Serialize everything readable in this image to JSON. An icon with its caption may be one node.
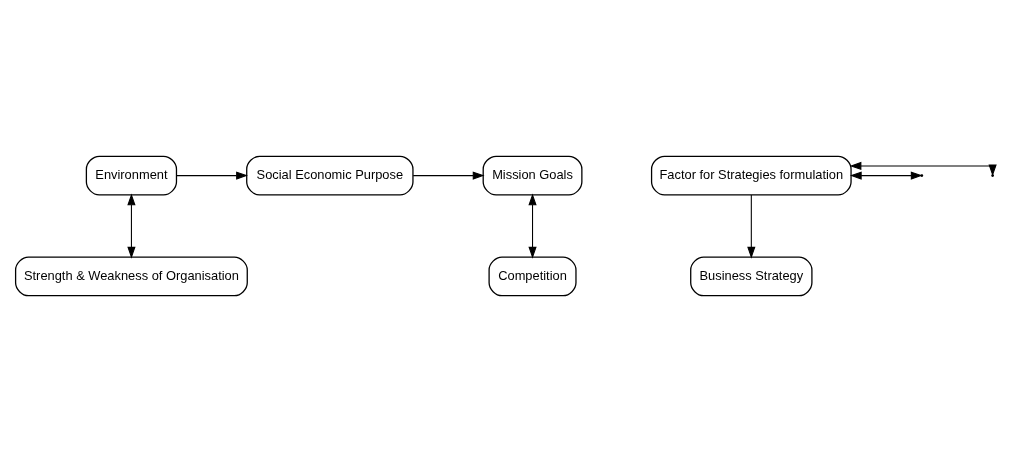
{
  "diagram": {
    "nodes": [
      {
        "text": [
          "Environment"
        ]
      },
      {
        "text": [
          "Social Economic Purpose"
        ]
      },
      {
        "text": [
          "Mission Goals"
        ]
      },
      {
        "text": [
          "Factor for Strategies formulation"
        ]
      },
      {
        "text": [
          "Strength & Weakness of Organisation"
        ]
      },
      {
        "text": [
          "Business Strategy"
        ]
      },
      {
        "text": [
          "Competition"
        ]
      }
    ],
    "edges": [
      {
        "from": 0,
        "to": 1,
        "arrow": "to"
      },
      {
        "from": 1,
        "to": 2,
        "arrow": "to"
      },
      {
        "from": 0,
        "to": 4,
        "arrow": "both"
      },
      {
        "from": 2,
        "to": 6,
        "arrow": "both"
      },
      {
        "from": 3,
        "to": null,
        "arrow": "both"
      },
      {
        "from": 3,
        "to": null,
        "arrow": "both"
      },
      {
        "from": 3,
        "to": 5,
        "arrow": "to"
      }
    ]
  }
}
